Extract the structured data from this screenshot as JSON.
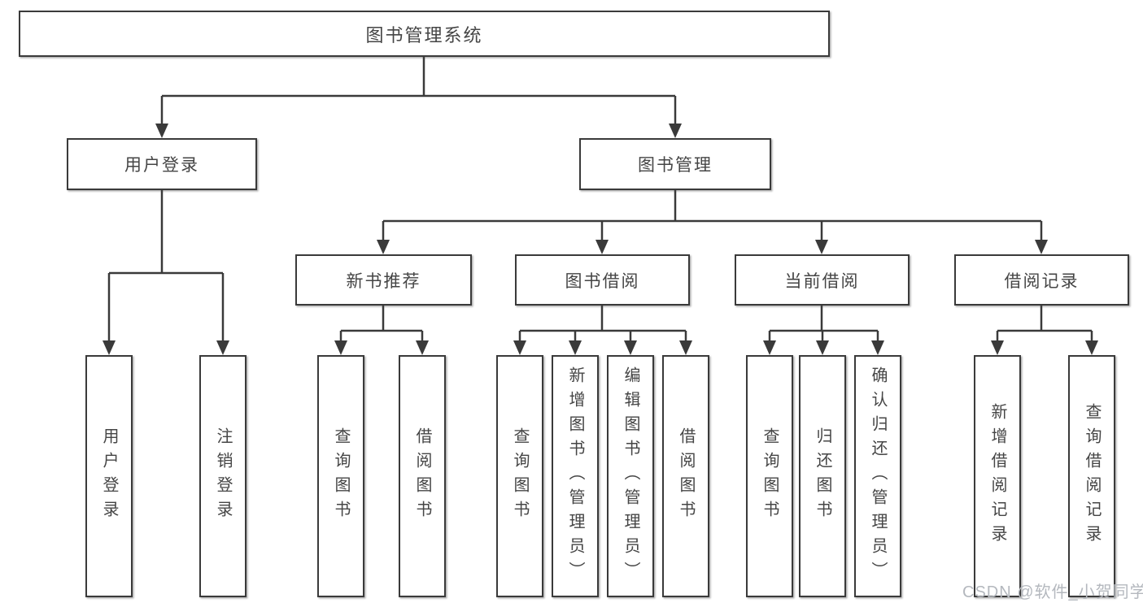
{
  "tree": {
    "root": {
      "label": "图书管理系统"
    },
    "branches": [
      {
        "label": "用户登录",
        "children": [
          {
            "label": "用户登录"
          },
          {
            "label": "注销登录"
          }
        ]
      },
      {
        "label": "图书管理",
        "children": [
          {
            "label": "新书推荐",
            "children": [
              {
                "label": "查询图书"
              },
              {
                "label": "借阅图书"
              }
            ]
          },
          {
            "label": "图书借阅",
            "children": [
              {
                "label": "查询图书"
              },
              {
                "label": "新增图书（管理员）"
              },
              {
                "label": "编辑图书（管理员）"
              },
              {
                "label": "借阅图书"
              }
            ]
          },
          {
            "label": "当前借阅",
            "children": [
              {
                "label": "查询图书"
              },
              {
                "label": "归还图书"
              },
              {
                "label": "确认归还（管理员）"
              }
            ]
          },
          {
            "label": "借阅记录",
            "children": [
              {
                "label": "新增借阅记录"
              },
              {
                "label": "查询借阅记录"
              }
            ]
          }
        ]
      }
    ]
  },
  "watermark": {
    "text": "CSDN @软件_小贺同学"
  },
  "colors": {
    "line": "#3a3a3a",
    "text": "#454545",
    "background": "#ffffff",
    "watermark": "#b4b8be"
  }
}
